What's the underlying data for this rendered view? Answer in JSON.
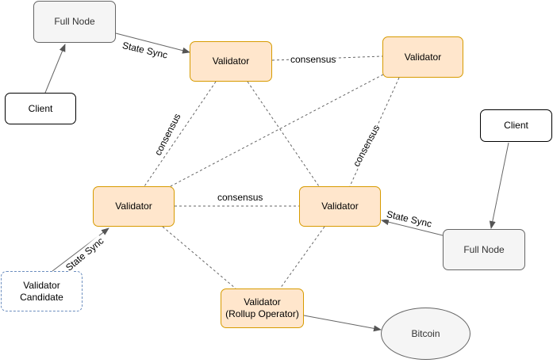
{
  "nodes": {
    "full_node_top": "Full Node",
    "client_left": "Client",
    "validator_top_center": "Validator",
    "validator_top_right": "Validator",
    "validator_mid_left": "Validator",
    "validator_mid_right": "Validator",
    "client_right": "Client",
    "full_node_right": "Full Node",
    "validator_candidate": "Validator\nCandidate",
    "validator_rollup": "Validator\n(Rollup Operator)",
    "bitcoin": "Bitcoin"
  },
  "edge_labels": {
    "state_sync_top": "State Sync",
    "consensus_top": "consensus",
    "consensus_left_diag": "consensus",
    "consensus_right_diag": "consensus",
    "consensus_middle": "consensus",
    "state_sync_right": "State Sync",
    "state_sync_left": "State Sync"
  },
  "colors": {
    "validator_fill": "#ffe6cc",
    "validator_border": "#d79b00",
    "full_node_fill": "#f5f5f5",
    "candidate_border": "#6c8ebf",
    "edge": "#666666"
  }
}
